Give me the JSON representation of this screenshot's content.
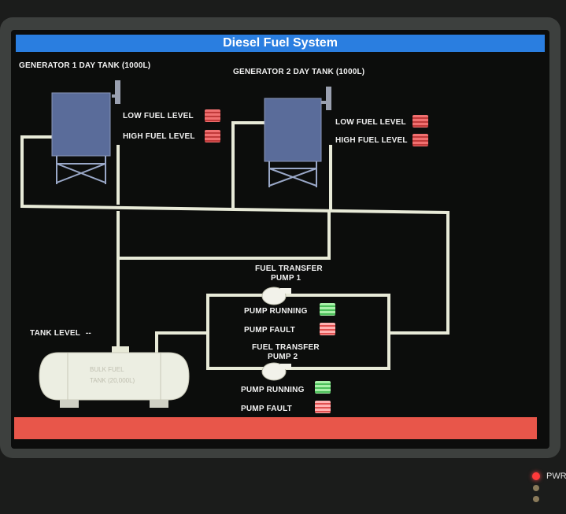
{
  "title": "Diesel Fuel System",
  "generator1": {
    "tank_label": "GENERATOR 1  DAY TANK (1000L)",
    "low_fuel_label": "LOW FUEL LEVEL",
    "high_fuel_label": "HIGH FUEL LEVEL"
  },
  "generator2": {
    "tank_label": "GENERATOR 2  DAY TANK (1000L)",
    "low_fuel_label": "LOW FUEL LEVEL",
    "high_fuel_label": "HIGH FUEL LEVEL"
  },
  "pump1": {
    "title_line1": "FUEL TRANSFER",
    "title_line2": "PUMP 1",
    "running_label": "PUMP RUNNING",
    "fault_label": "PUMP FAULT"
  },
  "pump2": {
    "title_line1": "FUEL TRANSFER",
    "title_line2": "PUMP 2",
    "running_label": "PUMP RUNNING",
    "fault_label": "PUMP FAULT"
  },
  "bulk_tank": {
    "level_label": "TANK LEVEL",
    "level_value": "--",
    "name_line1": "BULK FUEL",
    "name_line2": "TANK (20,000L)"
  },
  "indicators": {
    "gen1_low": "red",
    "gen1_high": "red",
    "gen2_low": "red",
    "gen2_high": "red",
    "pump1_running": "green",
    "pump1_fault": "red",
    "pump2_running": "green",
    "pump2_fault": "red"
  },
  "colors": {
    "title_bar": "#2a7ee0",
    "status_bar": "#e8564a",
    "pipe": "#e8ead8",
    "tank": "#5a6c9a"
  },
  "power": {
    "label": "PWR"
  }
}
